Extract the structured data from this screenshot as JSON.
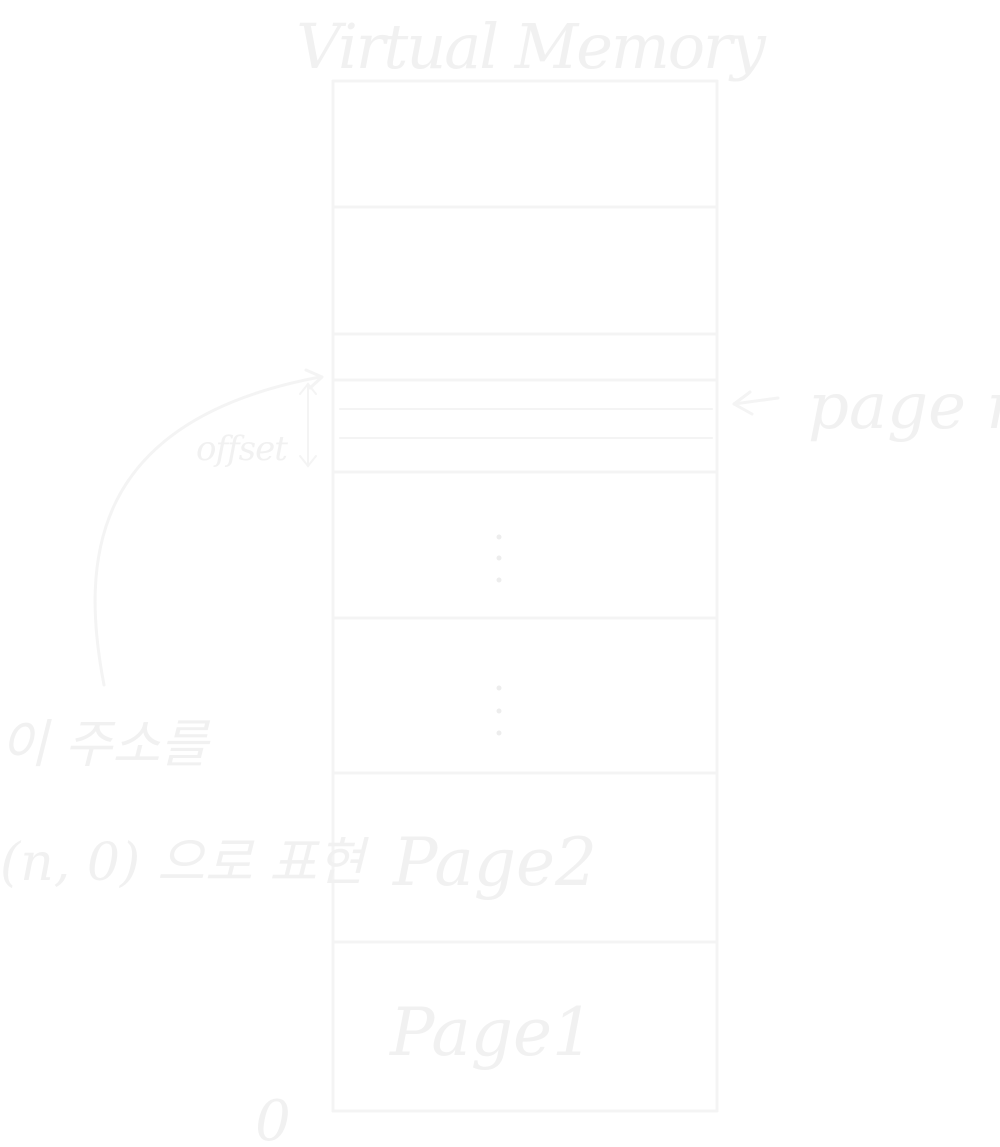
{
  "diagram": {
    "title": "Virtual Memory",
    "pages": {
      "page_n_label": "page n",
      "page_2_label": "Page2",
      "page_1_label": "Page1"
    },
    "offset_label": "offset",
    "annotation": {
      "line1": "이 주소를",
      "line2": "(n, 0) 으로 표현"
    },
    "origin_label": "0",
    "ellipsis": "⋮",
    "colors": {
      "ink": "#f4f4f4",
      "background": "#ffffff"
    }
  }
}
